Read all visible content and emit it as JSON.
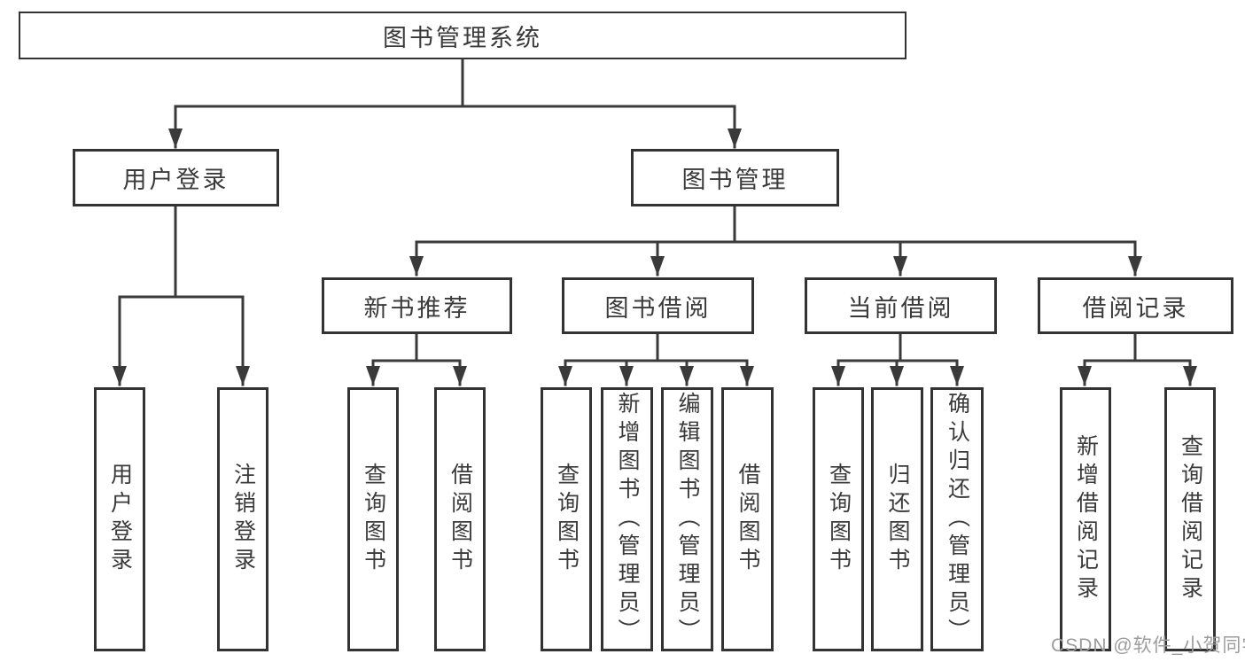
{
  "colors": {
    "background": "#ffffff",
    "box_border": "#333333",
    "connector_line": "#3a3a3a",
    "text": "#3a3a3a",
    "watermark": "#9c9c9c"
  },
  "watermark": {
    "text": "CSDN @软件_小贺同学"
  },
  "tree": {
    "root": {
      "label": "图书管理系统",
      "children": [
        {
          "label": "用户登录",
          "children": [
            {
              "label": "用户登录"
            },
            {
              "label": "注销登录"
            }
          ]
        },
        {
          "label": "图书管理",
          "children": [
            {
              "label": "新书推荐",
              "children": [
                {
                  "label": "查询图书"
                },
                {
                  "label": "借阅图书"
                }
              ]
            },
            {
              "label": "图书借阅",
              "children": [
                {
                  "label": "查询图书"
                },
                {
                  "label": "新增图书（管理员）"
                },
                {
                  "label": "编辑图书（管理员）"
                },
                {
                  "label": "借阅图书"
                }
              ]
            },
            {
              "label": "当前借阅",
              "children": [
                {
                  "label": "查询图书"
                },
                {
                  "label": "归还图书"
                },
                {
                  "label": "确认归还（管理员）"
                }
              ]
            },
            {
              "label": "借阅记录",
              "children": [
                {
                  "label": "新增借阅记录"
                },
                {
                  "label": "查询借阅记录"
                }
              ]
            }
          ]
        }
      ]
    }
  }
}
